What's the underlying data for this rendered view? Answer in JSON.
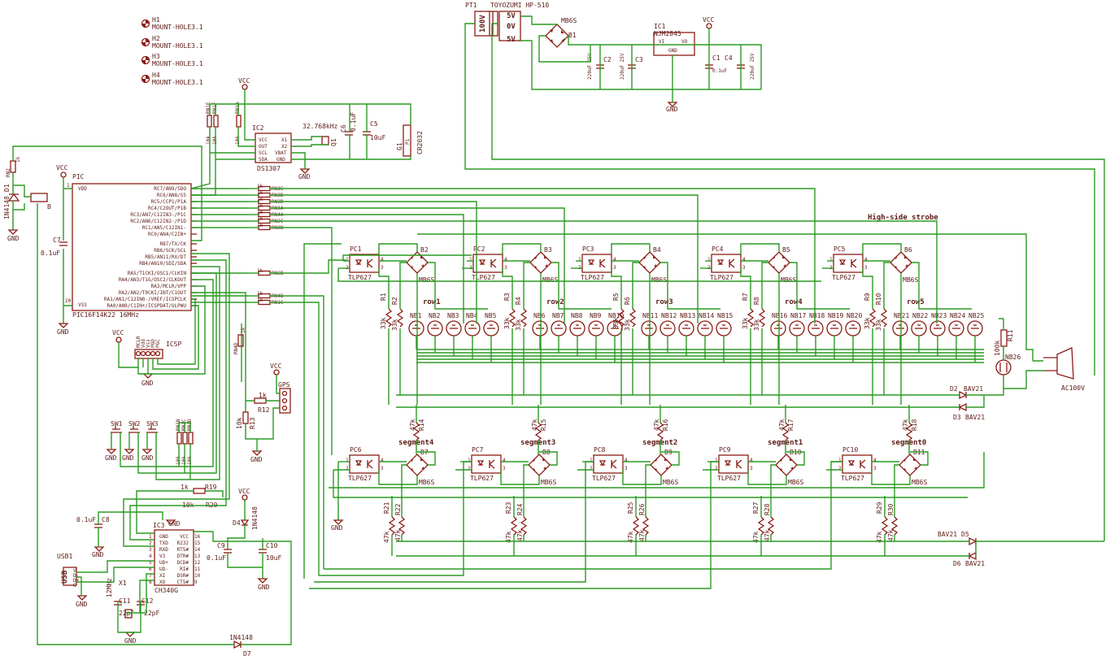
{
  "mount_holes": [
    "H1",
    "MOUNT-HOLE3.1",
    "H2",
    "MOUNT-HOLE3.1",
    "H3",
    "MOUNT-HOLE3.1",
    "H4",
    "MOUNT-HOLE3.1"
  ],
  "power": {
    "pt1": "PT1",
    "transformer": "TOYOZUMI HP-510",
    "v100": "100V",
    "v5a": "5V",
    "v0": "0V",
    "v5b": "5V",
    "b1": "B1",
    "b1_part": "MB6S",
    "ic1": "IC1",
    "ic1_part": "NJM2845",
    "ic1_vi": "VI",
    "ic1_vo": "VO",
    "ic1_gnd": "GND",
    "vcc": "VCC",
    "gnd": "GND",
    "c2": "C2",
    "c2_val": "220uF 25V",
    "c3": "C3",
    "c3_val": "220uF 25V",
    "c1": "C1",
    "c1_val": "0.1uF",
    "c4": "C4",
    "c4_val": "220uF 25V"
  },
  "pic": {
    "name": "PIC",
    "part": "PIC16F14K22 16MHz",
    "vcc": "VCC",
    "gnd": "GND",
    "vdd": "VDD",
    "vss": "VSS",
    "pin_vdd": "1",
    "pin_vss": "20",
    "pins_right": [
      "RC7/AN9/SDO",
      "RC6/AN8/SS",
      "RC5/CCP1/P1A",
      "RC4/C2OUT/P1B",
      "RC3/AN7/C12IN3-/P1C",
      "RC2/AN6/C12IN2-/P1D",
      "RC1/AN5/C12IN1-",
      "RC0/AN4/C2IN+",
      "RB7/TX/CK",
      "RB6/SCK/SCL",
      "RB5/AN11/RX/DT",
      "RB4/AN10/SDI/SDA",
      "RA5/T1CKI/OSC1/CLKIN",
      "RA4/AN3/T1G/OSC2/CLKOUT",
      "RA3/MCLR/VPP",
      "RA2/AN2/T0CKI/INT/C1OUT",
      "RA1/AN1/C12IN0-/VREF/ICSPCLK",
      "RA0/AN0/C1IN+/ICSPDAT/ULPWU"
    ],
    "c7": "C7",
    "c7_val": "0.1uF",
    "rn2": "RN2",
    "rn2_val": "1k",
    "d1": "D1",
    "d1_part": "1N4148",
    "b": "B"
  },
  "rtc": {
    "ic2": "IC2",
    "part": "DS1307",
    "pins": [
      "VCC",
      "OUT",
      "SCL",
      "SDA",
      "X1",
      "X2",
      "VBAT",
      "GND"
    ],
    "crystal": "32.768kHz",
    "q1": "Q1",
    "c6": "C6",
    "c6_val": "0.1uF",
    "c5": "C5",
    "c5_val": "10uF",
    "g1": "G1",
    "p1": "P1",
    "batt": "CR2032",
    "rn1e": "RN1E",
    "rn1f": "RN1F",
    "rn1a": "RN1A",
    "val10k": "10k",
    "vcc": "VCC",
    "gnd": "GND"
  },
  "rn_array": [
    {
      "val": "1k",
      "name": "RN3C"
    },
    {
      "val": "1k",
      "name": "RN3B"
    },
    {
      "val": "1k",
      "name": "RN2D"
    },
    {
      "val": "1k",
      "name": "RN3A"
    },
    {
      "val": "1k",
      "name": "RN4A"
    },
    {
      "val": "1k",
      "name": "RN2C"
    },
    {
      "val": "1k",
      "name": "RN3D"
    },
    {
      "val": "1k",
      "name": "RN2B"
    },
    {
      "val": "1k",
      "name": "RN4B"
    },
    {
      "val": "1k",
      "name": "RN1C"
    }
  ],
  "title_strobe": "High-side strobe",
  "rows": [
    {
      "pc": "PC1",
      "b": "B2",
      "r1": "R1",
      "r2": "R2",
      "label": "row1",
      "nb": [
        "NB1",
        "NB2",
        "NB3",
        "NB4",
        "NB5"
      ]
    },
    {
      "pc": "PC2",
      "b": "B3",
      "r1": "R3",
      "r2": "R4",
      "label": "row2",
      "nb": [
        "NB6",
        "NB7",
        "NB8",
        "NB9",
        "NB10"
      ]
    },
    {
      "pc": "PC3",
      "b": "B4",
      "r1": "R5",
      "r2": "R6",
      "label": "row3",
      "nb": [
        "NB11",
        "NB12",
        "NB13",
        "NB14",
        "NB15"
      ]
    },
    {
      "pc": "PC4",
      "b": "B5",
      "r1": "R7",
      "r2": "R8",
      "label": "row4",
      "nb": [
        "NB16",
        "NB17",
        "NB18",
        "NB19",
        "NB20"
      ]
    },
    {
      "pc": "PC5",
      "b": "B6",
      "r1": "R9",
      "r2": "R10",
      "label": "row5",
      "nb": [
        "NB21",
        "NB22",
        "NB23",
        "NB24",
        "NB25"
      ]
    }
  ],
  "segments": [
    {
      "pc": "PC6",
      "b": "B7",
      "r": "R14",
      "label": "segment4",
      "r1": "R21",
      "r2": "R22"
    },
    {
      "pc": "PC7",
      "b": "B8",
      "r": "R15",
      "label": "segment3",
      "r1": "R23",
      "r2": "R24"
    },
    {
      "pc": "PC8",
      "b": "B9",
      "r": "R16",
      "label": "segment2",
      "r1": "R25",
      "r2": "R26"
    },
    {
      "pc": "PC9",
      "b": "B10",
      "r": "R17",
      "label": "segment1",
      "r1": "R27",
      "r2": "R28"
    },
    {
      "pc": "PC10",
      "b": "B11",
      "r": "R18",
      "label": "segment0",
      "r1": "R29",
      "r2": "R30"
    }
  ],
  "common": {
    "opto_part": "TLP627",
    "bridge_part": "MB6S",
    "r33k": "33k",
    "r47k": "47k",
    "rn2a": "RN2A",
    "rn4b": "RN4B",
    "rn1c": "RN1C",
    "rn4d": "RN4D",
    "gnd": "GND"
  },
  "ac": {
    "nb26": "NB26",
    "r11": "R11",
    "r11_val": "100k",
    "ac100v": "AC100V",
    "d2": "D2",
    "d2_part": "BAV21",
    "d3": "D3",
    "d3_part": "BAV21",
    "d5": "D5",
    "d5_part": "BAV21",
    "d6": "D6",
    "d6_part": "BAV21"
  },
  "icsp": {
    "label": "ICSP",
    "pins": [
      "MCLR",
      "Vdd",
      "Vss",
      "PGD",
      "PGC"
    ],
    "vcc": "VCC",
    "gnd": "GND"
  },
  "gps": {
    "label": "GPS",
    "vcc": "VCC",
    "gnd": "GND",
    "r12": "R12",
    "r12_val": "1k",
    "r13": "R13",
    "r13_val": "10k"
  },
  "switches": {
    "sw": [
      "SW1",
      "SW2",
      "SW3"
    ],
    "rn": [
      "RN1B",
      "RN1C",
      "RN1D"
    ],
    "val": "10k",
    "gnd": "GND"
  },
  "usb": {
    "ic3": "IC3",
    "part": "CH340G",
    "pins_left": [
      "GND",
      "TXD",
      "RXD",
      "V3",
      "UD+",
      "UD-",
      "XI",
      "XO"
    ],
    "pins_right": [
      "VCC",
      "R232",
      "RTS#",
      "DTR#",
      "DCD#",
      "RI#",
      "DSR#",
      "CTS#"
    ],
    "pin_nums_left": [
      "1",
      "2",
      "3",
      "4",
      "5",
      "6",
      "7",
      "8"
    ],
    "pin_nums_right": [
      "16",
      "15",
      "14",
      "13",
      "12",
      "11",
      "10",
      "9"
    ],
    "usb1": "USB1",
    "usb": "USB",
    "usb_pins": [
      "V",
      "D-",
      "D+",
      "G"
    ],
    "x1": "X1",
    "xtal": "12MHz",
    "c8": "C8",
    "c8_val": "0.1uF",
    "c9": "C9",
    "c9_val": "0.1uF",
    "c10": "C10",
    "c10_val": "10uF",
    "c11": "C11",
    "c11_val": "22pF",
    "c12": "C12",
    "c12_val": "22pF",
    "r19": "R19",
    "r19_val": "1k",
    "r20": "R20",
    "r20_val": "10k",
    "d4": "D4",
    "d4_part": "1N4148",
    "d7": "D7",
    "d7_part": "1N4148",
    "vcc": "VCC",
    "gnd": "GND"
  }
}
